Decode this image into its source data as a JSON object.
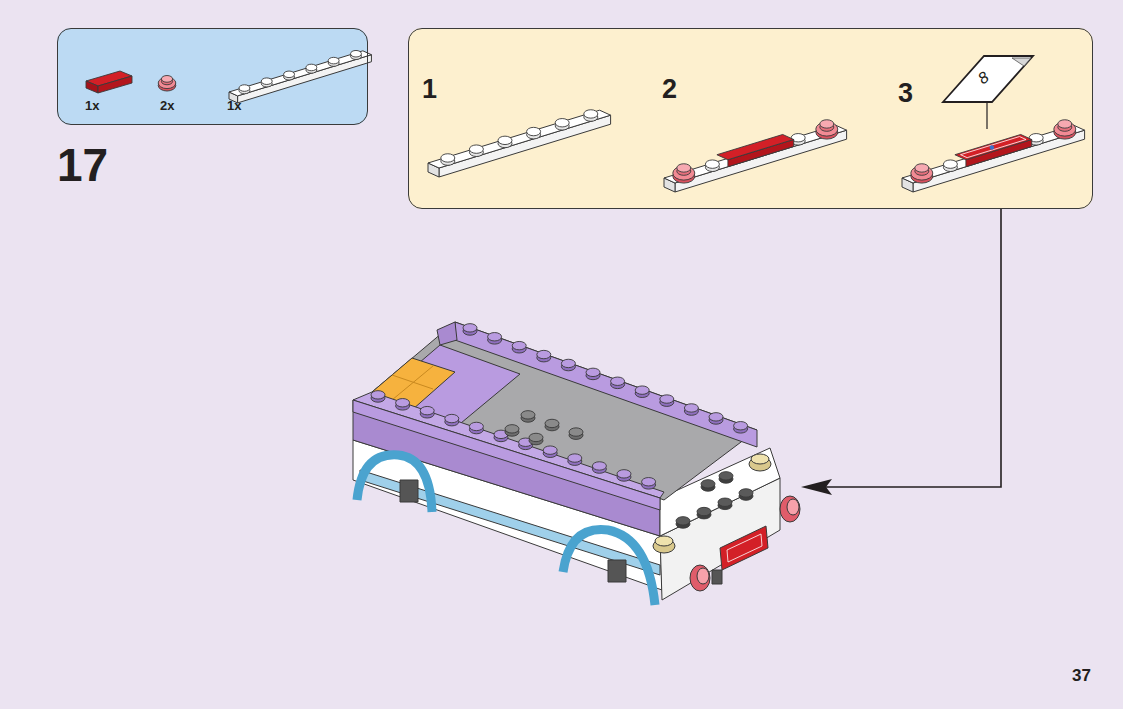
{
  "diagram": {
    "nodes": [
      {
        "text": [
          "1x",
          "2x",
          "1x"
        ]
      },
      {
        "text": [
          "1",
          "2",
          "3"
        ]
      }
    ],
    "labels": [
      "17",
      "8",
      "37"
    ]
  }
}
